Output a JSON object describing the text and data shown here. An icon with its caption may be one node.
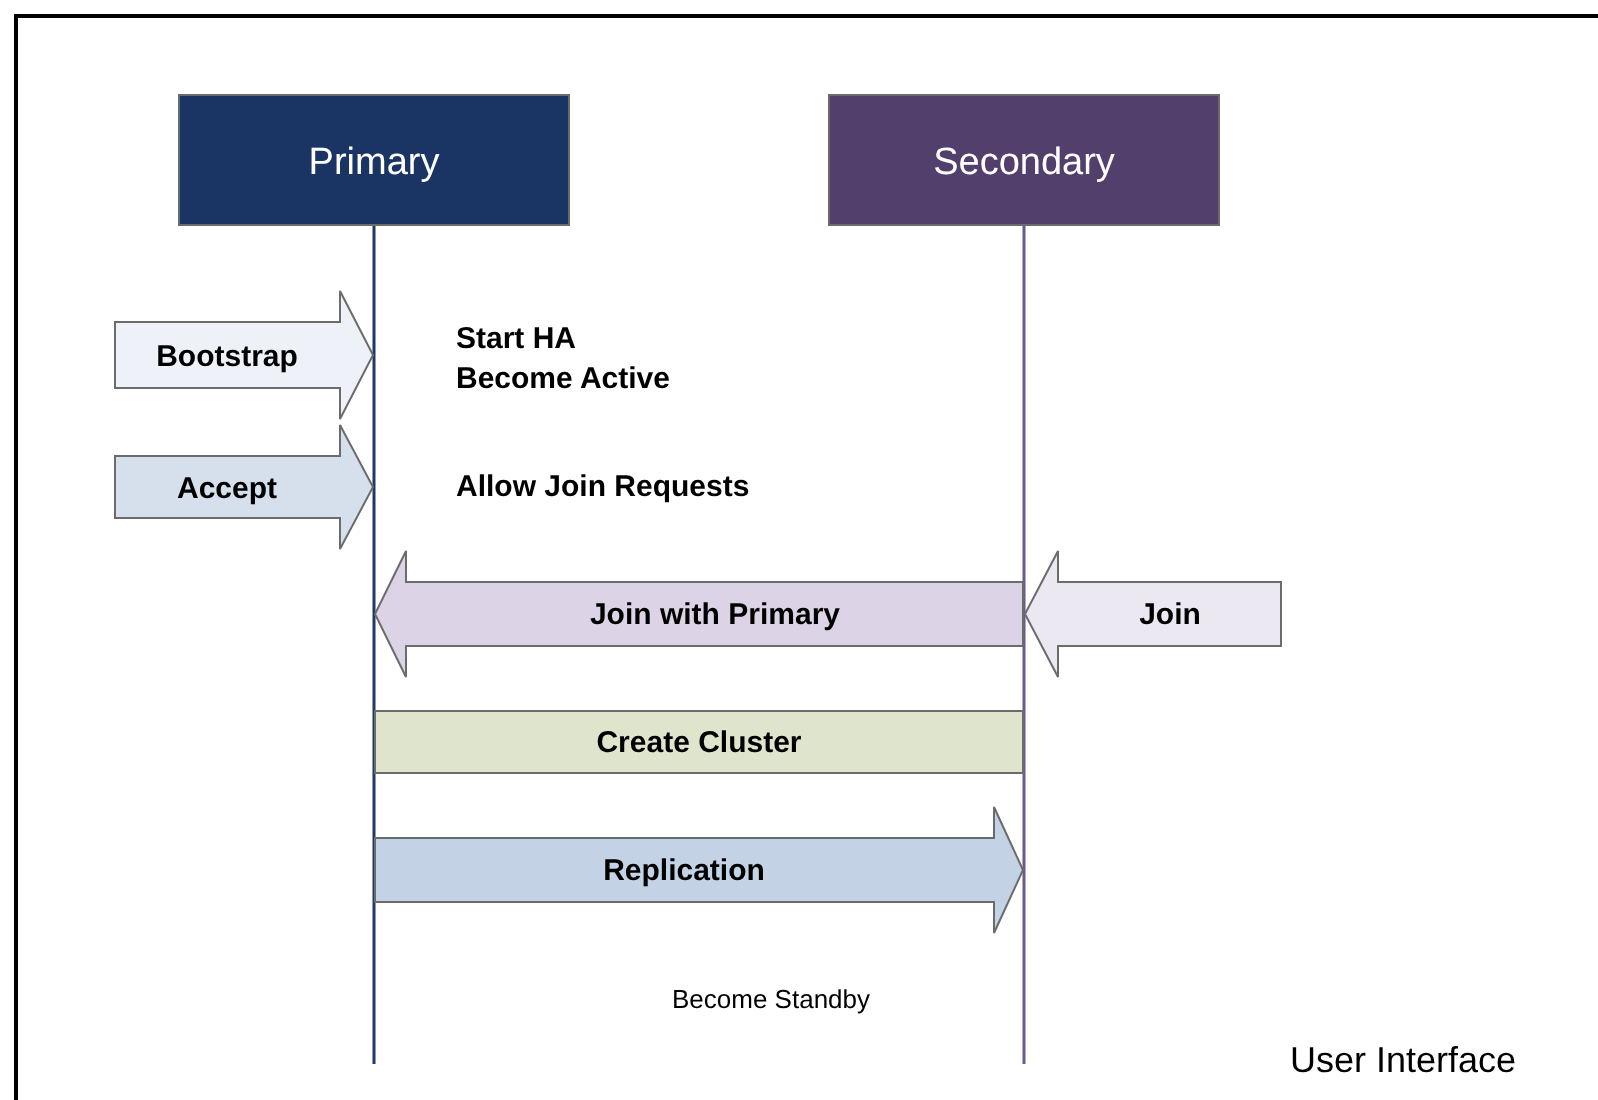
{
  "diagram": {
    "nodes": [
      {
        "text": [
          "Primary"
        ]
      },
      {
        "text": [
          "Secondary"
        ]
      },
      {
        "text": [
          "Bootstrap"
        ]
      },
      {
        "text": [
          "Accept"
        ]
      },
      {
        "text": [
          "Join with Primary"
        ]
      },
      {
        "text": [
          "Join"
        ]
      },
      {
        "text": [
          "Create Cluster"
        ]
      },
      {
        "text": [
          "Replication"
        ]
      }
    ],
    "edges": [
      {
        "from": 0,
        "to": null,
        "arrow": "none",
        "color": "#1f3864"
      },
      {
        "from": 1,
        "to": null,
        "arrow": "none",
        "color": "#6a5a8c"
      }
    ],
    "labels": [
      "Start HA",
      "Become Active",
      "Allow Join Requests",
      "Become Standby",
      "User Interface"
    ]
  }
}
